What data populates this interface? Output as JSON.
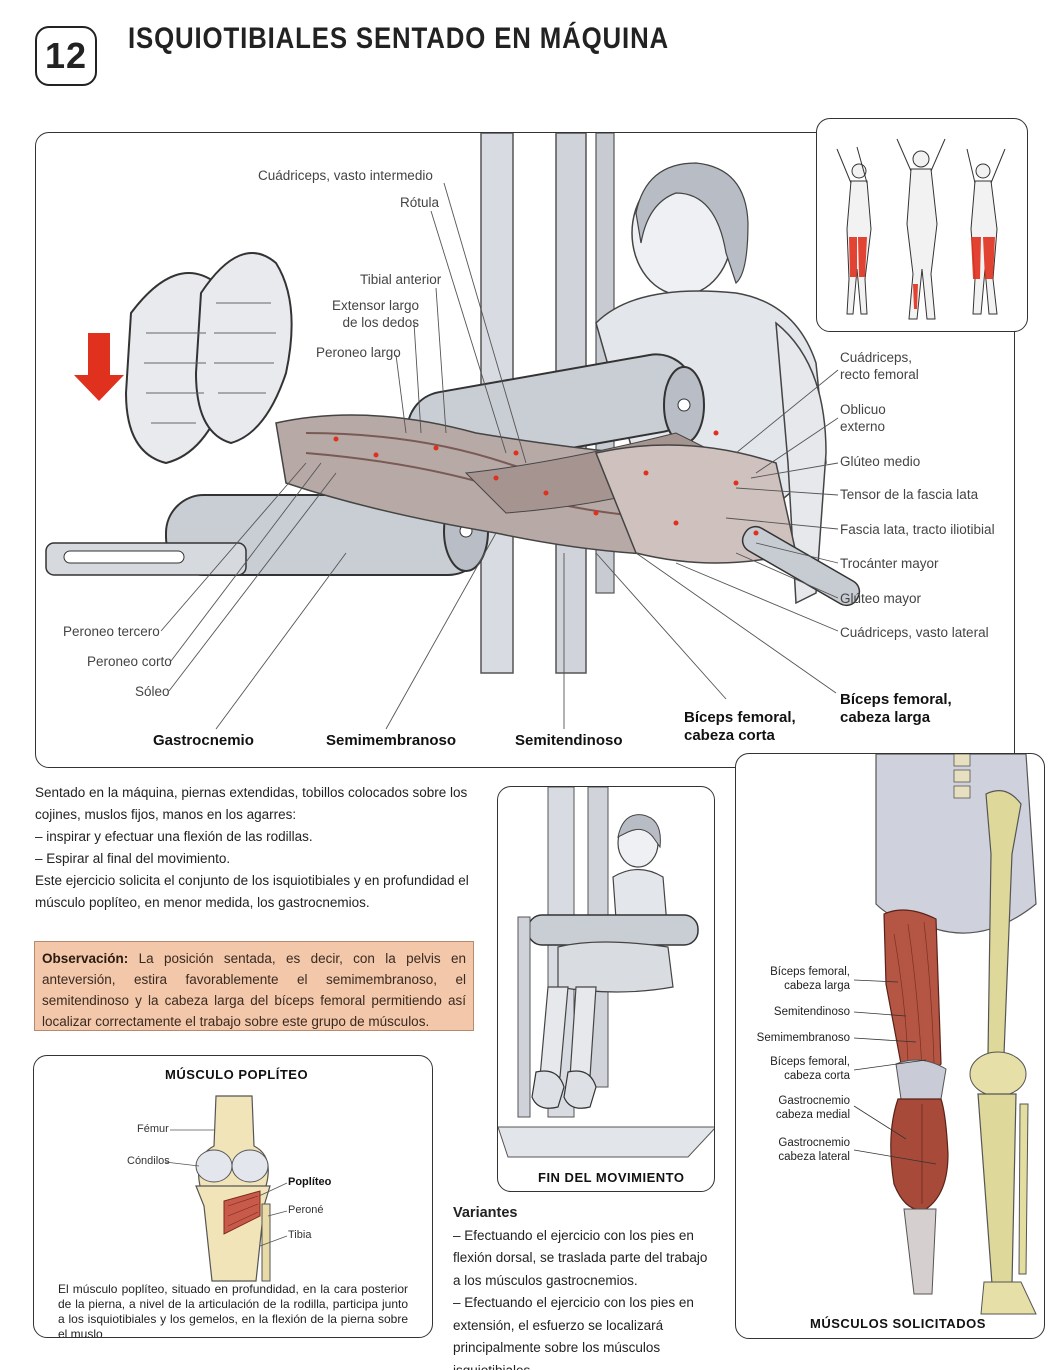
{
  "header": {
    "number": "12",
    "title": "ISQUIOTIBIALES SENTADO EN MÁQUINA"
  },
  "main_labels": {
    "top": [
      "Cuádriceps, vasto intermedio",
      "Rótula",
      "Tibial anterior",
      "Extensor largo\nde los dedos",
      "Peroneo largo"
    ],
    "right": [
      "Cuádriceps,\nrecto femoral",
      "Oblicuo\nexterno",
      "Glúteo medio",
      "Tensor de la fascia lata",
      "Fascia lata, tracto iliotibial",
      "Trocánter mayor",
      "Glúteo mayor",
      "Cuádriceps, vasto lateral"
    ],
    "left": [
      "Peroneo tercero",
      "Peroneo corto",
      "Sóleo"
    ],
    "bottom": [
      "Gastrocnemio",
      "Semimembranoso",
      "Semitendinoso",
      "Bíceps femoral,\ncabeza corta",
      "Bíceps femoral,\ncabeza larga"
    ]
  },
  "description": {
    "intro": "Sentado en la máquina, piernas extendidas, tobillos colocados sobre los cojines, muslos fijos, manos en los agarres:",
    "steps": [
      "– inspirar y efectuar una flexión de las rodillas.",
      "– Espirar al final del movimiento."
    ],
    "outro": "Este ejercicio solicita el conjunto de los isquiotibiales y en profundidad el músculo poplíteo, en menor medida, los gastrocnemios."
  },
  "observation": {
    "label": "Observación:",
    "text": "La posición sentada, es decir, con la pelvis en anteversión, estira favorablemente el semimembranoso, el semitendinoso y la cabeza larga del bíceps femoral permitiendo así localizar correctamente el trabajo sobre este grupo de músculos."
  },
  "end_panel": {
    "caption": "FIN DEL MOVIMIENTO"
  },
  "variants": {
    "title": "Variantes",
    "items": [
      "– Efectuando el ejercicio con los pies en flexión dorsal, se traslada parte del trabajo a los músculos gastrocnemios.",
      "– Efectuando el ejercicio con los pies en extensión, el esfuerzo se localizará principalmente sobre los músculos isquiotibiales."
    ]
  },
  "popliteus": {
    "title": "MÚSCULO POPLÍTEO",
    "labels": [
      "Fémur",
      "Cóndilos",
      "Poplíteo",
      "Peroné",
      "Tibia"
    ],
    "text": "El músculo poplíteo, situado en profundidad, en la cara posterior de la pierna, a nivel de la articulación de la rodilla, participa junto a los isquiotibiales y los gemelos, en la flexión de la pierna sobre el muslo"
  },
  "solicited": {
    "caption": "MÚSCULOS SOLICITADOS",
    "labels": [
      "Bíceps femoral,\ncabeza larga",
      "Semitendinoso",
      "Semimembranoso",
      "Bíceps femoral,\ncabeza corta",
      "Gastrocnemio\ncabeza medial",
      "Gastrocnemio\ncabeza lateral"
    ]
  },
  "colors": {
    "accent_red": "#e0301e",
    "observation_bg": "#f2c7aa",
    "muscle_red": "#a83a2a"
  }
}
